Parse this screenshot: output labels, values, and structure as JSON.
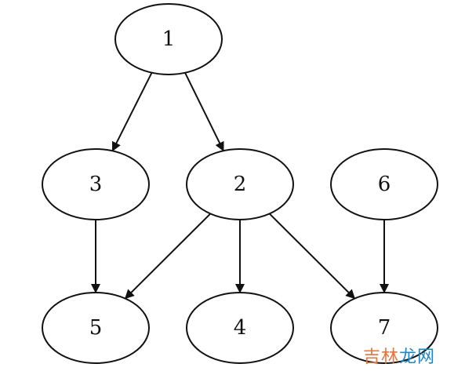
{
  "graph": {
    "nodes": [
      {
        "id": "1",
        "label": "1"
      },
      {
        "id": "3",
        "label": "3"
      },
      {
        "id": "2",
        "label": "2"
      },
      {
        "id": "6",
        "label": "6"
      },
      {
        "id": "5",
        "label": "5"
      },
      {
        "id": "4",
        "label": "4"
      },
      {
        "id": "7",
        "label": "7"
      }
    ],
    "edges": [
      {
        "from": "1",
        "to": "3"
      },
      {
        "from": "1",
        "to": "2"
      },
      {
        "from": "3",
        "to": "5"
      },
      {
        "from": "2",
        "to": "5"
      },
      {
        "from": "2",
        "to": "4"
      },
      {
        "from": "2",
        "to": "7"
      },
      {
        "from": "6",
        "to": "7"
      }
    ]
  },
  "watermark": {
    "part1": "吉林",
    "part2": "龙网"
  }
}
